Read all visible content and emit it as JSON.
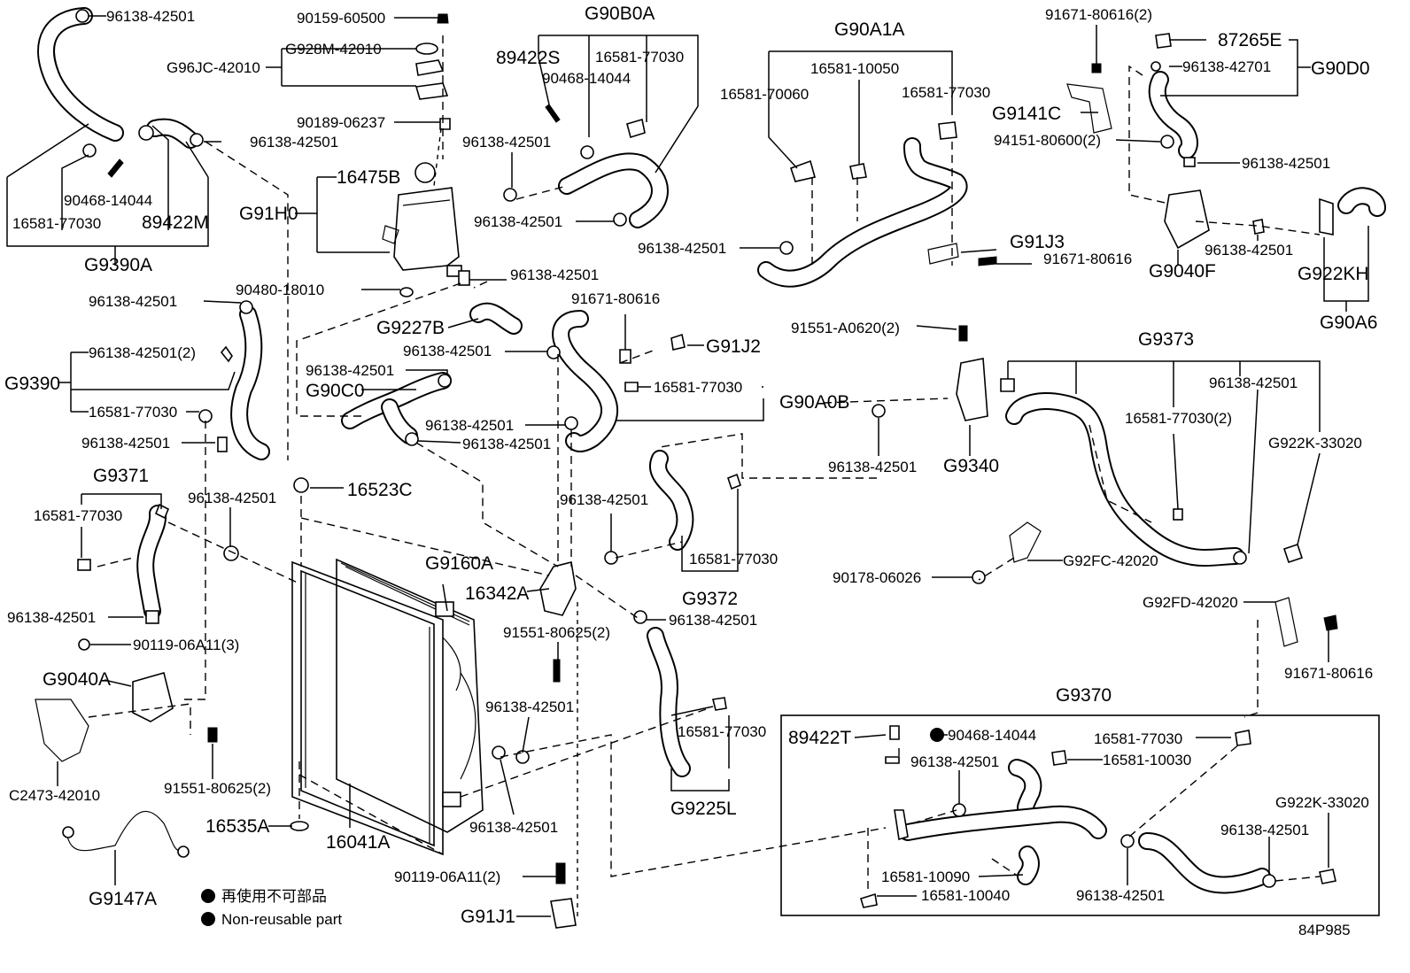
{
  "labels": {
    "p96138_42501_a": "96138-42501",
    "p90159_60500": "90159-60500",
    "g928m": "G928M-42010",
    "g96jc": "G96JC-42010",
    "p90189": "90189-06237",
    "p96138_42501_b": "96138-42501",
    "p90468_a": "90468-14044",
    "p16581_77030_a": "16581-77030",
    "p89422m": "89422M",
    "g9390a": "G9390A",
    "p16475b": "16475B",
    "g91h0": "G91H0",
    "p90480": "90480-18010",
    "p96138_42501_c": "96138-42501",
    "p96138_42501_d": "96138-42501",
    "g9390": "G9390",
    "p96138_42501_2": "96138-42501(2)",
    "p16581_77030_b": "16581-77030",
    "p96138_42501_e": "96138-42501",
    "g9371": "G9371",
    "p16581_77030_c": "16581-77030",
    "p96138_42501_f": "96138-42501",
    "p16523c": "16523C",
    "p96138_42501_g": "96138-42501",
    "p90119_3": "90119-06A11(3)",
    "g9040a": "G9040A",
    "c2473": "C2473-42010",
    "p91551_2a": "91551-80625(2)",
    "g9147a": "G9147A",
    "p16535a": "16535A",
    "p16041a": "16041A",
    "g9160a": "G9160A",
    "p16342a": "16342A",
    "p91551_2b": "91551-80625(2)",
    "p96138_42501_h": "96138-42501",
    "p96138_42501_i": "96138-42501",
    "p90119_2": "90119-06A11(2)",
    "g91j1": "G91J1",
    "legend_jp": "再使用不可部品",
    "legend_en": "Non-reusable part",
    "g90b0a": "G90B0A",
    "p89422s": "89422S",
    "p16581_77030_d": "16581-77030",
    "p90468_b": "90468-14044",
    "p96138_42501_j": "96138-42501",
    "p96138_42501_k": "96138-42501",
    "p96138_42501_l": "96138-42501",
    "g9227b": "G9227B",
    "p91671_80616_a": "91671-80616",
    "p96138_42501_m": "96138-42501",
    "g91j2": "G91J2",
    "p96138_42501_n": "96138-42501",
    "g90c0": "G90C0",
    "p16581_77030_e": "16581-77030",
    "g90a0b": "G90A0B",
    "p96138_42501_o": "96138-42501",
    "p96138_42501_p": "96138-42501",
    "p96138_42501_q": "96138-42501",
    "p16581_77030_f": "16581-77030",
    "g9372": "G9372",
    "p96138_42501_r": "96138-42501",
    "p16581_77030_g": "16581-77030",
    "g9225l": "G9225L",
    "g90a1a": "G90A1A",
    "p16581_10050": "16581-10050",
    "p16581_70060": "16581-70060",
    "p16581_77030_h": "16581-77030",
    "p96138_42501_s": "96138-42501",
    "g91j3": "G91J3",
    "p91671_80616_b": "91671-80616",
    "p91551_a0620": "91551-A0620(2)",
    "g9340": "G9340",
    "p96138_42501_t": "96138-42501",
    "g9373": "G9373",
    "p96138_42501_u": "96138-42501",
    "p16581_77030_2": "16581-77030(2)",
    "g922k_a": "G922K-33020",
    "p90178": "90178-06026",
    "g92fc": "G92FC-42020",
    "g92fd": "G92FD-42020",
    "p91671_80616_c": "91671-80616",
    "p91671_80616_2": "91671-80616(2)",
    "p87265e": "87265E",
    "p96138_42701": "96138-42701",
    "g90d0": "G90D0",
    "g9141c": "G9141C",
    "p94151": "94151-80600(2)",
    "p96138_42501_v": "96138-42501",
    "p96138_42501_w": "96138-42501",
    "g9040f": "G9040F",
    "g922kh": "G922KH",
    "g90a6": "G90A6",
    "g9370": "G9370",
    "p89422t": "89422T",
    "p90468_c": "90468-14044",
    "p16581_77030_i": "16581-77030",
    "p96138_42501_x": "96138-42501",
    "p16581_10030": "16581-10030",
    "g922k_b": "G922K-33020",
    "p96138_42501_y": "96138-42501",
    "p16581_10090": "16581-10090",
    "p16581_10040": "16581-10040",
    "p96138_42501_z": "96138-42501",
    "ref": "84P985"
  }
}
